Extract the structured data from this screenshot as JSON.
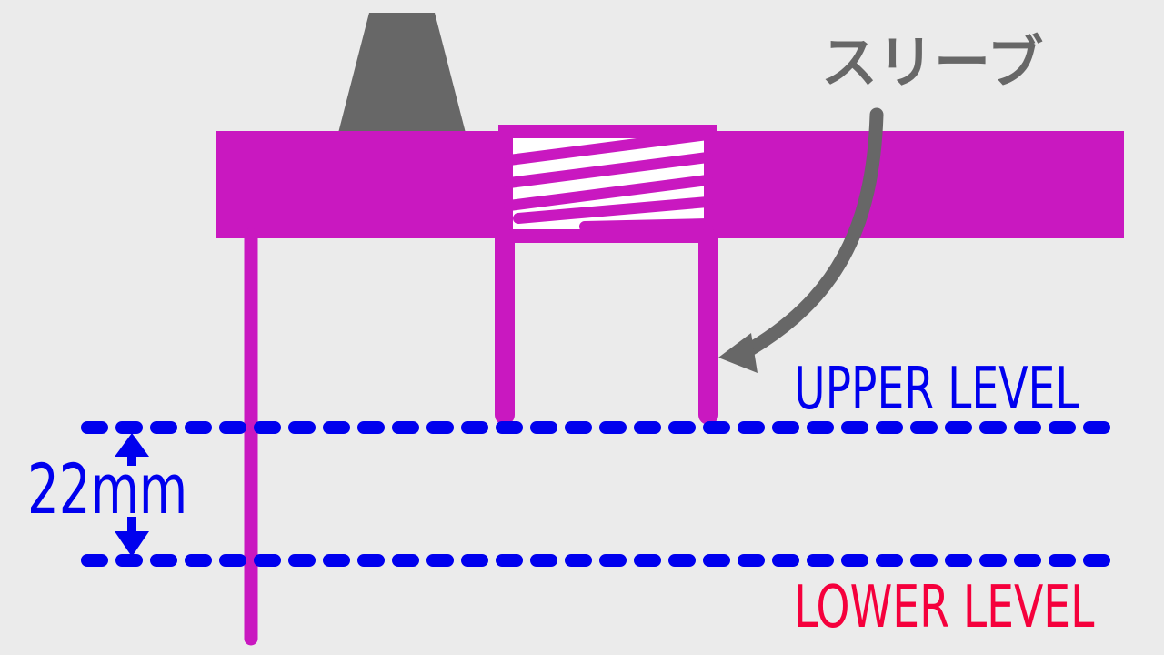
{
  "labels": {
    "sleeve": "スリーブ",
    "upper_level": "UPPER LEVEL",
    "lower_level": "LOWER LEVEL",
    "dimension": "22mm"
  },
  "colors": {
    "background": "#ebebeb",
    "body": "#c918c0",
    "knob": "#676767",
    "arrow": "#676767",
    "level_line": "#0000ee",
    "upper_text": "#0000ee",
    "lower_text": "#f5003c",
    "dimension_text": "#0000ee",
    "sleeve_text": "#676767",
    "spring_bg": "#ffffff"
  }
}
